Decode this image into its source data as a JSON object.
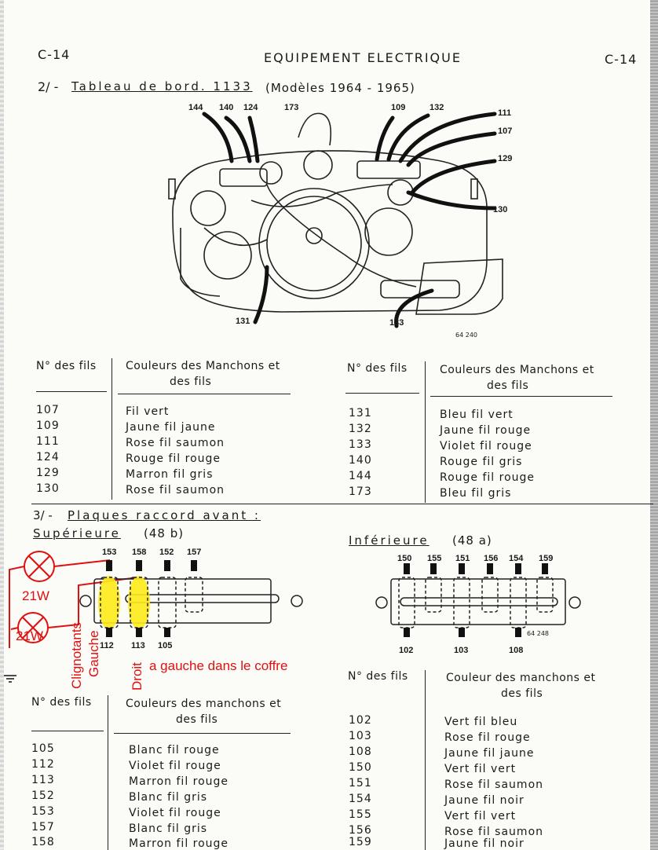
{
  "header": {
    "page_left": "C-14",
    "title": "EQUIPEMENT ELECTRIQUE",
    "page_right": "C-14"
  },
  "section2": {
    "number": "2/ -",
    "heading": "Tableau de bord. 1133",
    "subtitle": "(Modèles 1964 - 1965)",
    "diagram": {
      "wire_labels": [
        "144",
        "140",
        "124",
        "173",
        "109",
        "132",
        "111",
        "107",
        "129",
        "130",
        "131",
        "133"
      ],
      "ref": "64 240"
    },
    "table_left": {
      "col1": "N° des fils",
      "col2_line1": "Couleurs des Manchons et",
      "col2_line2": "des fils",
      "rows": [
        {
          "n": "107",
          "c": "Fil vert"
        },
        {
          "n": "109",
          "c": "Jaune fil jaune"
        },
        {
          "n": "111",
          "c": "Rose fil saumon"
        },
        {
          "n": "124",
          "c": "Rouge fil rouge"
        },
        {
          "n": "129",
          "c": "Marron fil gris"
        },
        {
          "n": "130",
          "c": "Rose fil saumon"
        }
      ]
    },
    "table_right": {
      "col1": "N° des fils",
      "col2_line1": "Couleurs des Manchons et",
      "col2_line2": "des fils",
      "rows": [
        {
          "n": "131",
          "c": "Bleu fil vert"
        },
        {
          "n": "132",
          "c": "Jaune fil rouge"
        },
        {
          "n": "133",
          "c": "Violet fil rouge"
        },
        {
          "n": "140",
          "c": "Rouge fil gris"
        },
        {
          "n": "144",
          "c": "Rouge fil rouge"
        },
        {
          "n": "173",
          "c": "Bleu fil gris"
        }
      ]
    }
  },
  "section3": {
    "number": "3/ -",
    "heading": "Plaques raccord avant :",
    "superieure": {
      "label": "Supérieure",
      "ref": "(48 b)",
      "top_labels": [
        "153",
        "158",
        "152",
        "157"
      ],
      "bottom_labels": [
        "112",
        "113",
        "105"
      ]
    },
    "inferieure": {
      "label": "Inférieure",
      "ref": "(48 a)",
      "top_labels": [
        "150",
        "155",
        "151",
        "156",
        "154",
        "159"
      ],
      "bottom_labels": [
        "102",
        "103",
        "108"
      ],
      "plate_ref": "64 248"
    },
    "annotations": {
      "lamp1": "21W",
      "lamp2": "21W",
      "clignotants": "Clignotants",
      "gauche": "Gauche",
      "droit": "Droit",
      "coffre": "a gauche dans le coffre"
    },
    "table_left": {
      "col1": "N° des fils",
      "col2_line1": "Couleurs des manchons et",
      "col2_line2": "des fils",
      "rows": [
        {
          "n": "105",
          "c": "Blanc fil rouge"
        },
        {
          "n": "112",
          "c": "Violet fil rouge"
        },
        {
          "n": "113",
          "c": "Marron fil rouge"
        },
        {
          "n": "152",
          "c": "Blanc fil gris"
        },
        {
          "n": "153",
          "c": "Violet fil rouge"
        },
        {
          "n": "157",
          "c": "Blanc fil gris"
        },
        {
          "n": "158",
          "c": "Marron fil rouge"
        }
      ]
    },
    "table_right": {
      "col1": "N° des fils",
      "col2_line1": "Couleur des manchons et",
      "col2_line2": "des fils",
      "rows": [
        {
          "n": "102",
          "c": "Vert fil bleu"
        },
        {
          "n": "103",
          "c": "Rose fil rouge"
        },
        {
          "n": "108",
          "c": "Jaune fil jaune"
        },
        {
          "n": "150",
          "c": "Vert fil vert"
        },
        {
          "n": "151",
          "c": "Rose fil saumon"
        },
        {
          "n": "154",
          "c": "Jaune fil noir"
        },
        {
          "n": "155",
          "c": "Vert fil vert"
        },
        {
          "n": "156",
          "c": "Rose fil saumon"
        },
        {
          "n": "159",
          "c": "Jaune fil noir"
        }
      ]
    }
  },
  "colors": {
    "annotation_red": "#e01010",
    "highlight_yellow": "#ffec1a",
    "ink": "#1a1a1a"
  }
}
